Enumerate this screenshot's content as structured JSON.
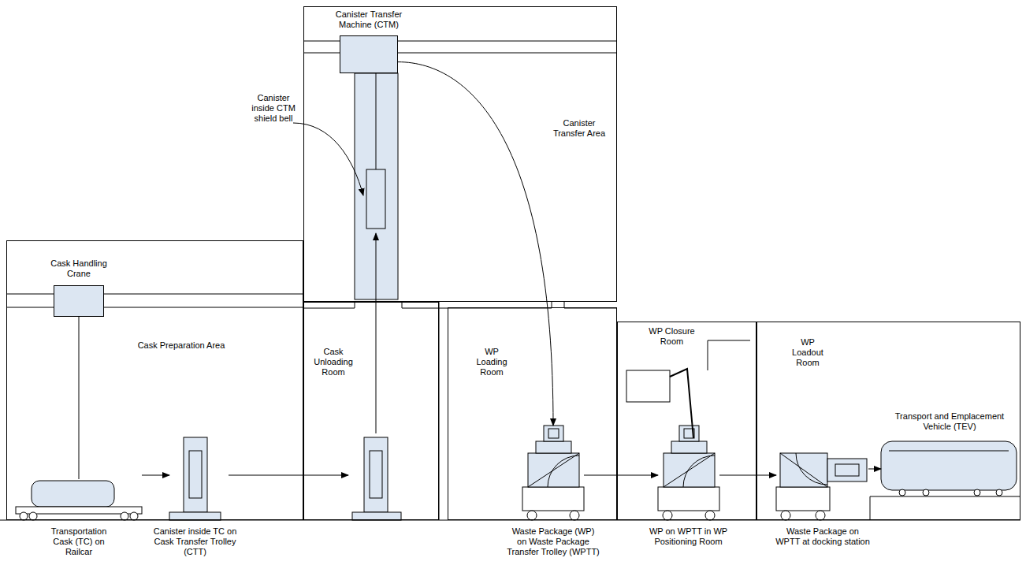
{
  "diagram": {
    "nodes": [
      {
        "text": [
          "Cask Preparation Area"
        ]
      },
      {
        "text": [
          "Cask Handling Crane"
        ],
        "in": 0
      },
      {
        "text": [
          "Canister Transfer Area"
        ]
      },
      {
        "text": [
          "Canister Transfer Machine (CTM)"
        ],
        "in": 2
      },
      {
        "text": [
          "Cask Unloading Room"
        ]
      },
      {
        "text": [
          "WP Loading Room"
        ]
      },
      {
        "text": [
          "WP Closure Room"
        ]
      },
      {
        "text": [
          "WP Loadout Room"
        ]
      },
      {
        "text": [
          "Transportation Cask (TC) on Railcar"
        ],
        "in": 0
      },
      {
        "text": [
          "Canister inside TC on Cask Transfer Trolley (CTT)"
        ],
        "in": 0
      },
      {
        "text": [
          "Waste Package (WP) on Waste Package Transfer Trolley (WPTT)"
        ],
        "in": 5
      },
      {
        "text": [
          "WP on WPTT in WP Positioning Room"
        ],
        "in": 6
      },
      {
        "text": [
          "Waste Package on WPTT at docking station"
        ],
        "in": 7
      },
      {
        "text": [
          "Transport and Emplacement Vehicle (TEV)"
        ],
        "in": 7
      }
    ],
    "edges": [
      {
        "from": 8,
        "to": 9,
        "arrow": "to"
      },
      {
        "from": 3,
        "to": 10,
        "arrow": "to"
      },
      {
        "from": 10,
        "to": 11,
        "arrow": "to"
      },
      {
        "from": 11,
        "to": 12,
        "arrow": "to"
      },
      {
        "from": 12,
        "to": 13,
        "arrow": "to"
      }
    ],
    "labels": [
      "Canister inside CTM shield bell"
    ]
  }
}
